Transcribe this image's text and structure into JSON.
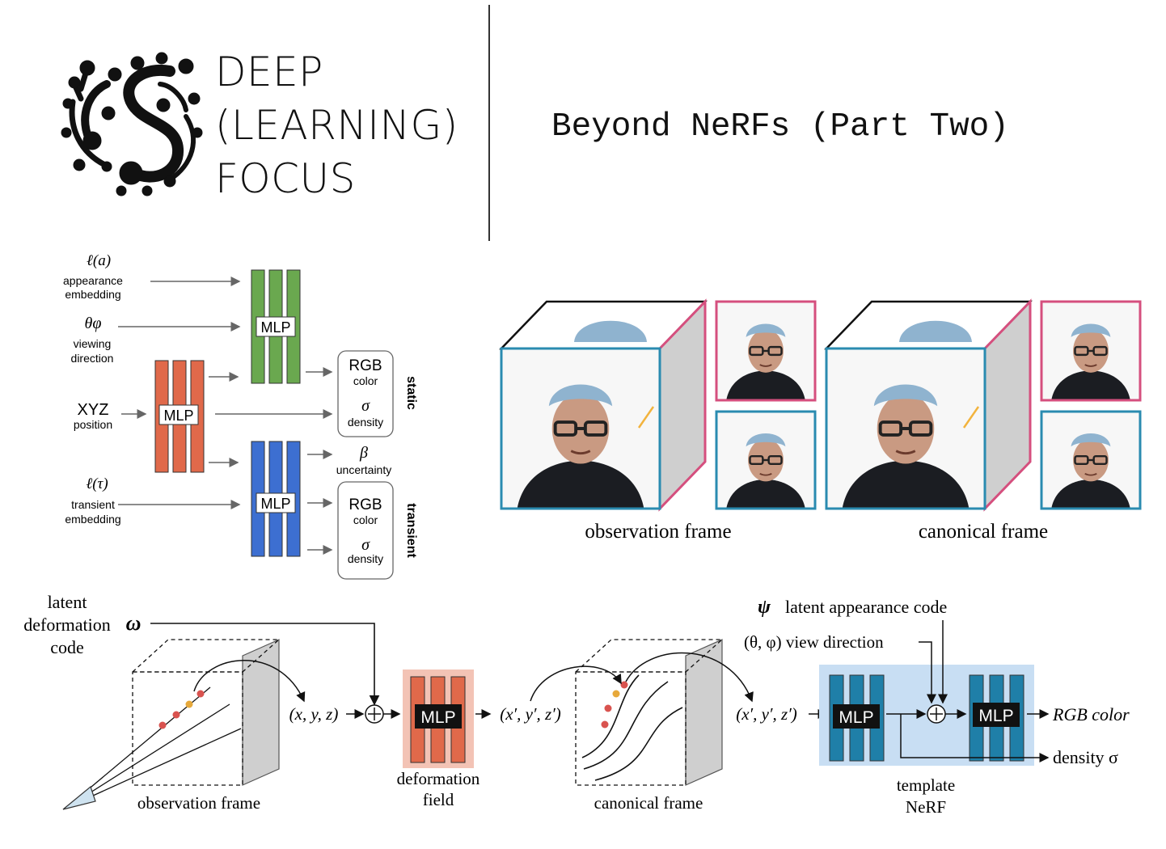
{
  "header": {
    "brand_lines": [
      "DEEP",
      "(LEARNING)",
      "FOCUS"
    ],
    "title": "Beyond NeRFs (Part Two)"
  },
  "nerfw": {
    "appearance_symbol": "ℓ(a)",
    "appearance_label": [
      "appearance",
      "embedding"
    ],
    "view_symbol": "θφ",
    "view_label": [
      "viewing",
      "direction"
    ],
    "xyz_label": "XYZ",
    "xyz_sub": "position",
    "transient_symbol": "ℓ(τ)",
    "transient_label": [
      "transient",
      "embedding"
    ],
    "mlp_label": "MLP",
    "rgb_label": "RGB",
    "color_label": "color",
    "sigma_symbol": "σ",
    "density_label": "density",
    "beta_symbol": "β",
    "uncertainty_label": "uncertainty",
    "static_label": "static",
    "transient_side_label": "transient",
    "colors": {
      "orange": "#e0694a",
      "green": "#6aa84f",
      "blue": "#3d6fd1"
    }
  },
  "frames": {
    "observation_caption": "observation frame",
    "canonical_caption": "canonical frame",
    "colors": {
      "front": "#2a8bb0",
      "side": "#d54f7e"
    }
  },
  "nerfies": {
    "latent_label": [
      "latent",
      "deformation",
      "code"
    ],
    "omega_symbol": "ω",
    "xyz_input": "(x, y, z)",
    "mlp_label": "MLP",
    "deformation_label": [
      "deformation",
      "field"
    ],
    "xyz_prime_1": "(x′, y′, z′)",
    "xyz_prime_2": "(x′, y′, z′)",
    "observation_caption": "observation frame",
    "canonical_caption": "canonical frame",
    "psi_symbol": "ψ",
    "latent_appearance": "latent appearance code",
    "view_direction": "(θ, φ) view direction",
    "rgb_output": "RGB color",
    "density_output": "density σ",
    "template_label": [
      "template",
      "NeRF"
    ],
    "colors": {
      "mlp_teal": "#1f7fa8",
      "template_bg": "#c8def3",
      "deform_bg": "#f3c3b5",
      "deform_bar": "#e0694a"
    }
  }
}
